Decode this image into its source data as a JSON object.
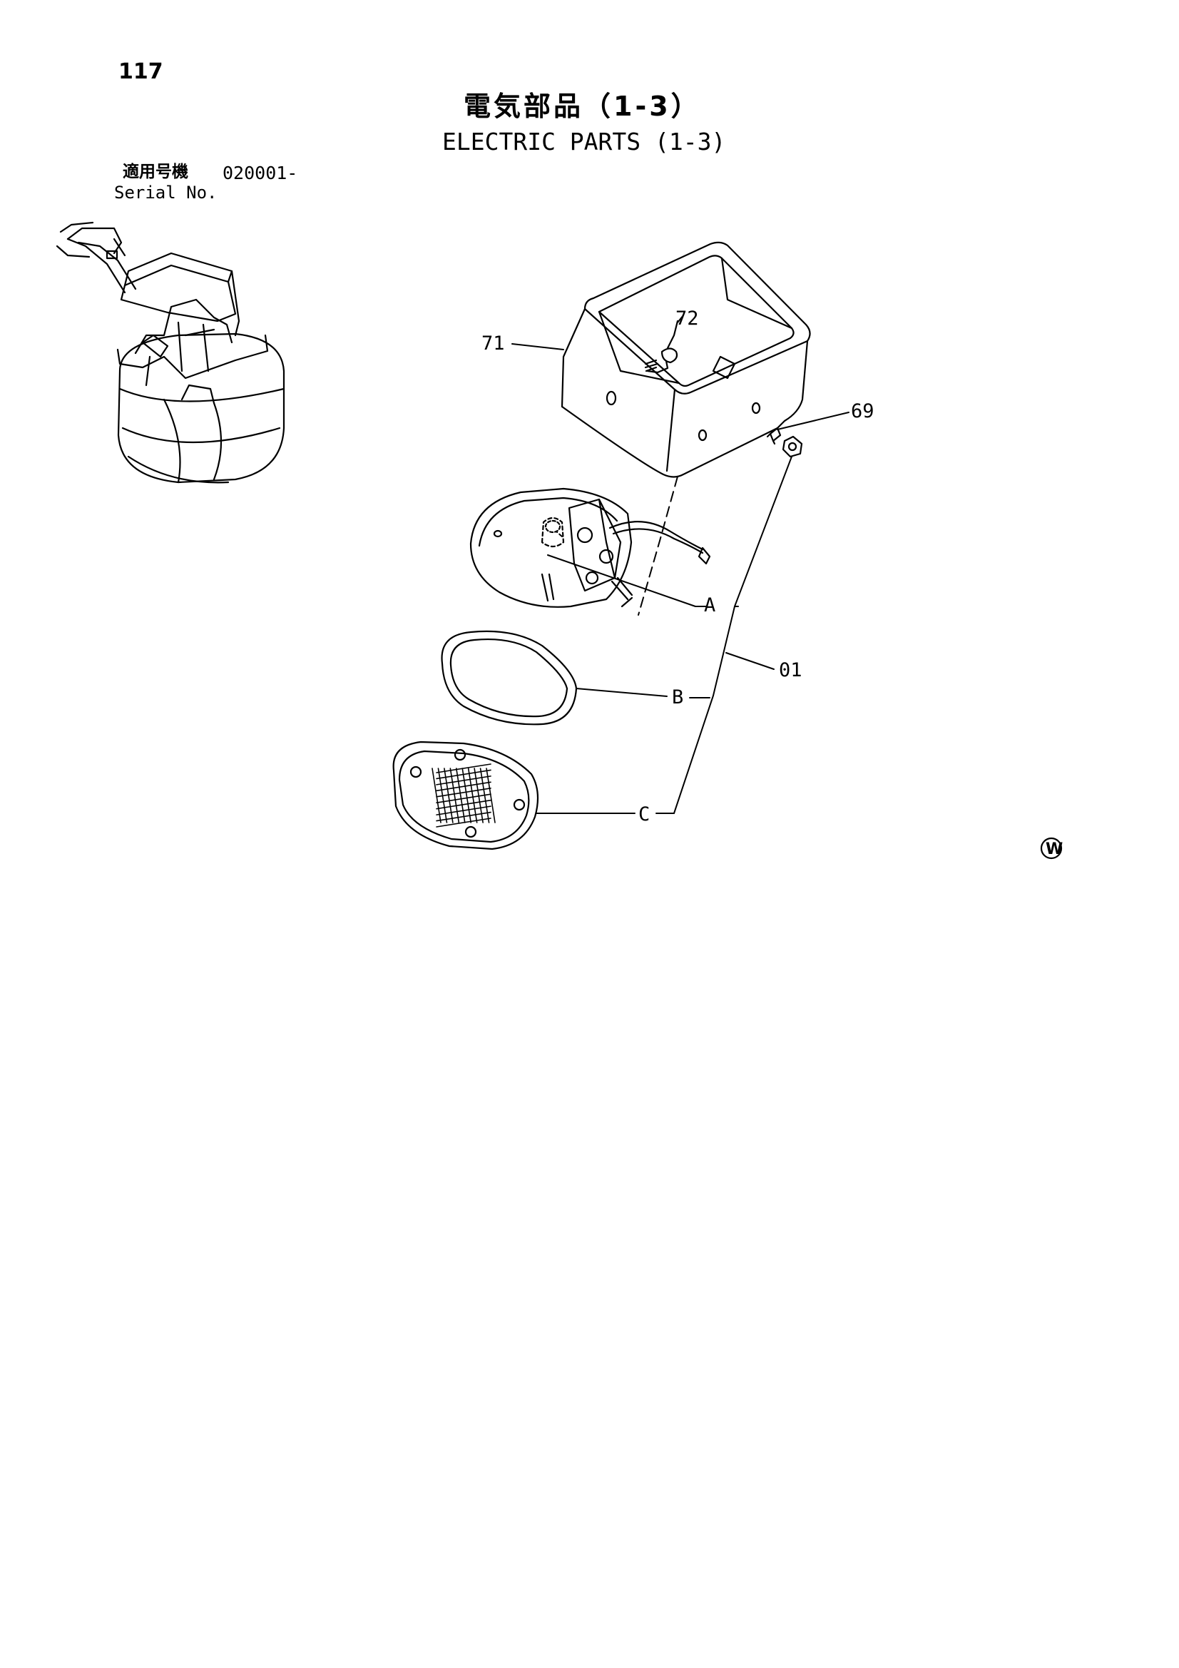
{
  "header": {
    "page_number": "117",
    "title_jp": "電気部品（1-3）",
    "title_en": "ELECTRIC PARTS (1-3)",
    "serial_label_jp": "適用号機",
    "serial_number": "020001-",
    "serial_label_en": "Serial No."
  },
  "callouts": {
    "c71": "71",
    "c72": "72",
    "c69": "69",
    "cA": "A",
    "c01": "01",
    "cB": "B",
    "cC": "C"
  },
  "mark": "W"
}
